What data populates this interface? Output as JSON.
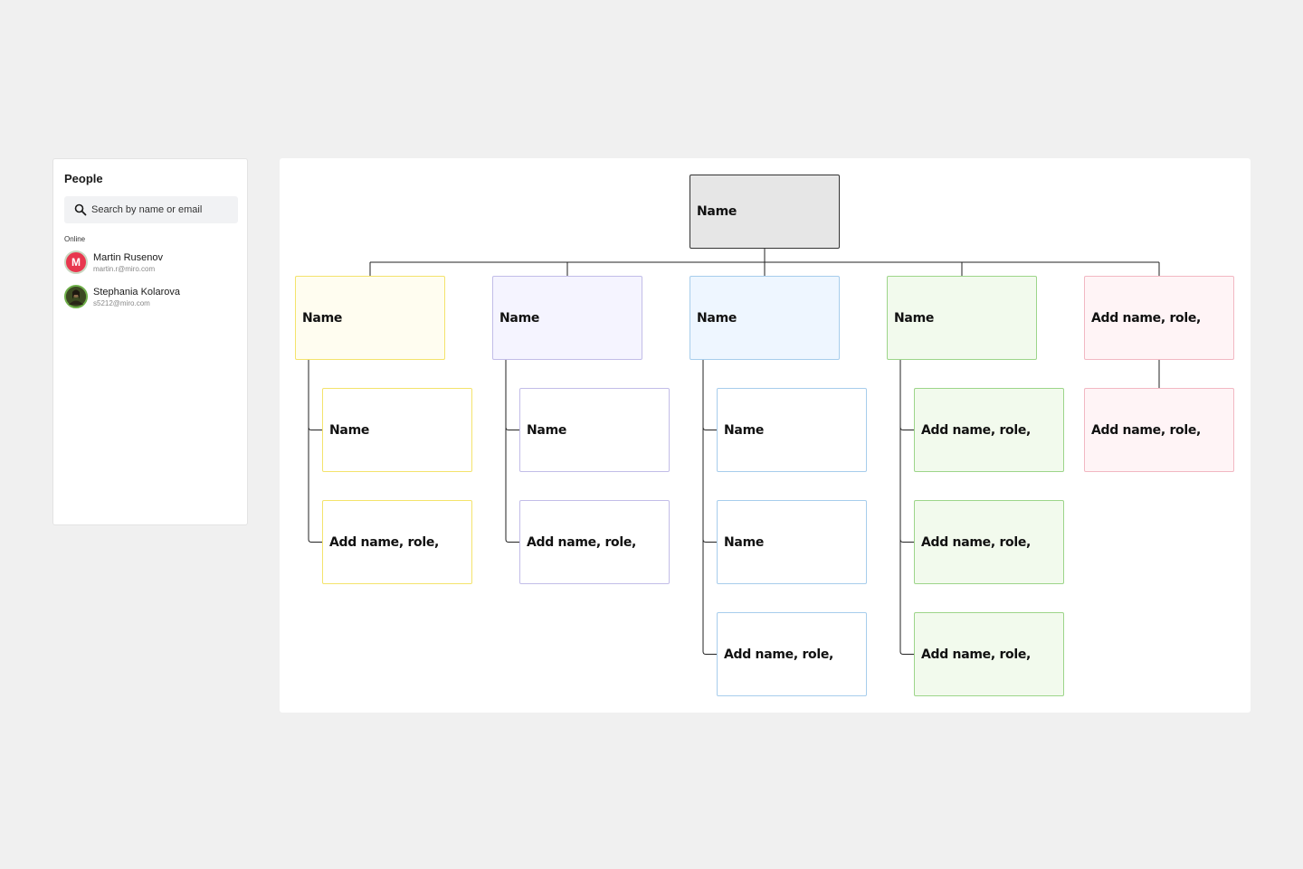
{
  "people_panel": {
    "title": "People",
    "search_placeholder": "Search by name or email",
    "section_label": "Online",
    "users": [
      {
        "name": "Martin Rusenov",
        "email": "martin.r@miro.com",
        "initial": "M",
        "avatar_color": "#e8374e",
        "icon": "avatar-initial"
      },
      {
        "name": "Stephania Kolarova",
        "email": "s5212@miro.com",
        "initial": "",
        "avatar_color": "#4a5a2a",
        "icon": "avatar-photo"
      }
    ]
  },
  "org_chart": {
    "root": {
      "label": "Name",
      "fill": "#e6e6e6",
      "border": "#333333"
    },
    "columns": [
      {
        "head": {
          "label": "Name"
        },
        "fill": "#fffdf0",
        "border": "#f4e36c",
        "child_fill": "#ffffff",
        "children": [
          "Name",
          "Add name, role,"
        ]
      },
      {
        "head": {
          "label": "Name"
        },
        "fill": "#f5f4ff",
        "border": "#c2bde8",
        "child_fill": "#ffffff",
        "children": [
          "Name",
          "Add name, role,"
        ]
      },
      {
        "head": {
          "label": "Name"
        },
        "fill": "#eef6ff",
        "border": "#a7cdec",
        "child_fill": "#ffffff",
        "children": [
          "Name",
          "Name",
          "Add name, role,"
        ]
      },
      {
        "head": {
          "label": "Name"
        },
        "fill": "#f2faed",
        "border": "#9dd58a",
        "child_fill": "#f2faed",
        "children": [
          "Add name, role,",
          "Add name, role,",
          "Add name, role,"
        ]
      },
      {
        "head": {
          "label": "Add name, role,"
        },
        "fill": "#fff4f6",
        "border": "#f2b8c3",
        "child_fill": "#fff4f6",
        "children": [
          "Add name, role,"
        ],
        "child_layout": "stacked"
      }
    ]
  }
}
